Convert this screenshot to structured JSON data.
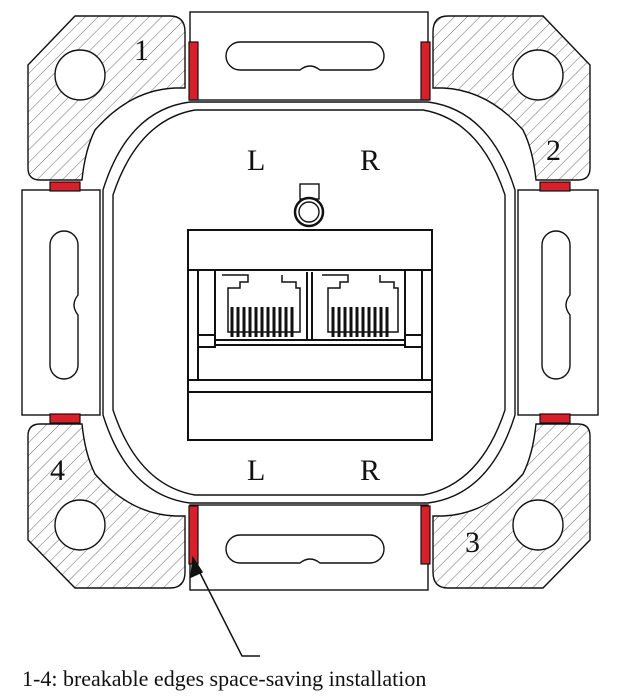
{
  "labels": {
    "corner_1": "1",
    "corner_2": "2",
    "corner_3": "3",
    "corner_4": "4",
    "top_left": "L",
    "top_right": "R",
    "bottom_left": "L",
    "bottom_right": "R"
  },
  "caption": "1-4: breakable edges space-saving installation",
  "colors": {
    "breakable_edge": "#d9202a",
    "line": "#111111"
  }
}
